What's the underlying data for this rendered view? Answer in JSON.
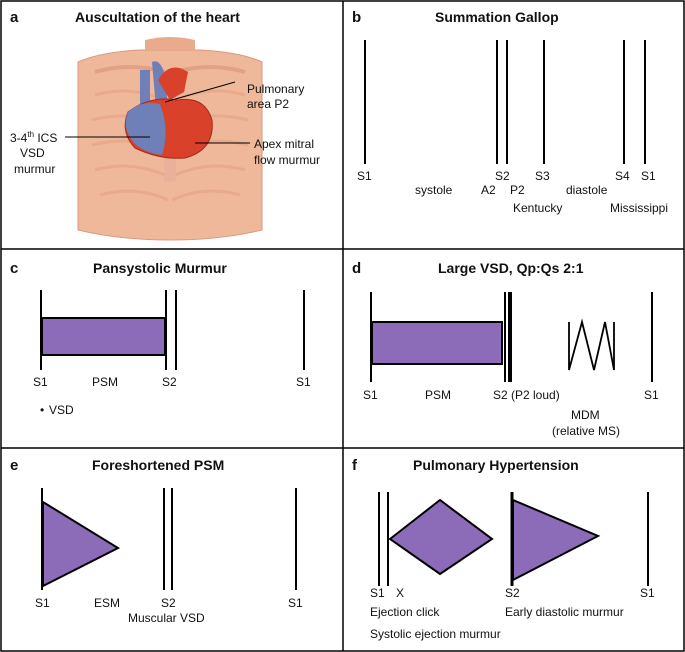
{
  "colors": {
    "border": "#000000",
    "murmur_fill": "#8c6bb8",
    "skin": "#f0b89a",
    "heart_red": "#d9412b",
    "heart_blue": "#6f7fb8"
  },
  "panel_a": {
    "letter": "a",
    "title": "Auscultation of the heart",
    "label_pulm_1": "Pulmonary",
    "label_pulm_2": "area P2",
    "label_ics_1": "3-4",
    "label_ics_sup": "th",
    "label_ics_2": " ICS",
    "label_ics_3": "VSD",
    "label_ics_4": "murmur",
    "label_apex_1": "Apex mitral",
    "label_apex_2": "flow murmur"
  },
  "panel_b": {
    "letter": "b",
    "title": "Summation Gallop",
    "s1_left": "S1",
    "systole": "systole",
    "a2": "A2",
    "s2": "S2",
    "p2": "P2",
    "s3": "S3",
    "kentucky": "Kentucky",
    "diastole": "diastole",
    "s4": "S4",
    "s1_right": "S1",
    "mississippi": "Mississippi"
  },
  "panel_c": {
    "letter": "c",
    "title": "Pansystolic Murmur",
    "s1_left": "S1",
    "psm": "PSM",
    "s2": "S2",
    "s1_right": "S1",
    "bullet": "•",
    "vsd": "VSD"
  },
  "panel_d": {
    "letter": "d",
    "title": "Large VSD, Qp:Qs 2:1",
    "s1_left": "S1",
    "psm": "PSM",
    "s2": "S2 (P2 loud)",
    "mdm": "MDM",
    "relative": "(relative MS)",
    "s1_right": "S1"
  },
  "panel_e": {
    "letter": "e",
    "title": "Foreshortened PSM",
    "s1_left": "S1",
    "esm": "ESM",
    "s2": "S2",
    "muscular": "Muscular VSD",
    "s1_right": "S1"
  },
  "panel_f": {
    "letter": "f",
    "title": "Pulmonary Hypertension",
    "s1_left": "S1",
    "x": "X",
    "s2": "S2",
    "s1_right": "S1",
    "ejection_click": "Ejection click",
    "early_diastolic": "Early diastolic murmur",
    "systolic_ejection": "Systolic ejection murmur"
  }
}
